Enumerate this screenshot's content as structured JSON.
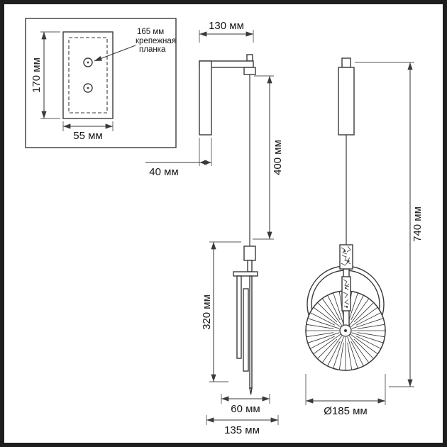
{
  "diagram": {
    "title": "wall-lamp-dimension-drawing",
    "inset": {
      "height_label": "170 мм",
      "width_label": "55 мм",
      "holes_label": "165 мм",
      "plate_label_line1": "крепежная",
      "plate_label_line2": "планка"
    },
    "side_view": {
      "arm_width_label": "130 мм",
      "plate_offset_label": "40 мм",
      "cable_length_label": "400 мм",
      "body_height_label": "320 мм",
      "body_width_label": "60 мм",
      "overall_width_label": "135 мм"
    },
    "front_view": {
      "overall_height_label": "740 мм",
      "shade_diameter_label": "Ø185 мм"
    },
    "colors": {
      "line": "#3a3a3a",
      "text": "#161616",
      "frame": "#1e1e1e",
      "background": "#ffffff"
    }
  }
}
